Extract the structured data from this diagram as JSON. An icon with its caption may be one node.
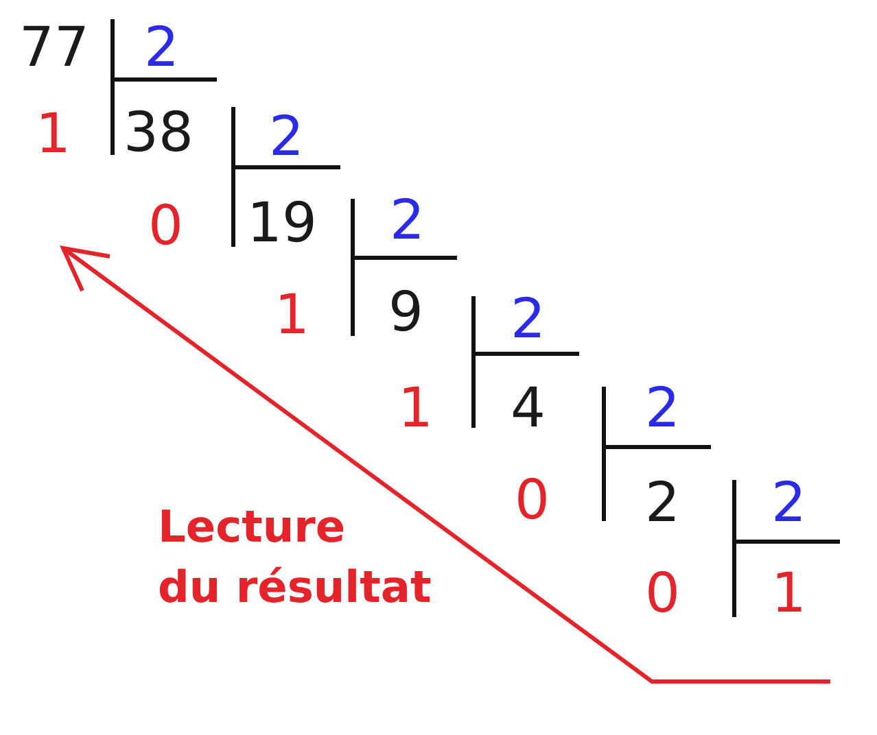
{
  "diagram": {
    "labels": [
      "77",
      "2",
      "1",
      "38",
      "2",
      "0",
      "19",
      "2",
      "1",
      "9",
      "2",
      "1",
      "4",
      "2",
      "0",
      "2",
      "2",
      "0",
      "1",
      "Lecture du résultat"
    ]
  }
}
